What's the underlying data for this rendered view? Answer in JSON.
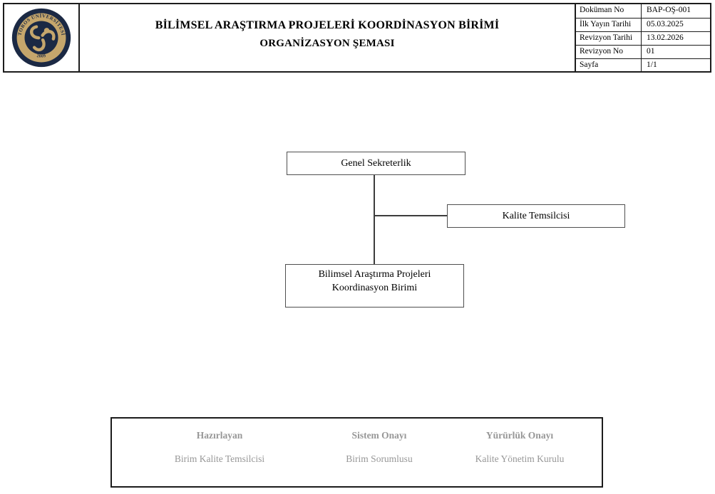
{
  "header": {
    "title_line1": "BİLİMSEL ARAŞTIRMA PROJELERİ KOORDİNASYON BİRİMİ",
    "title_line2": "ORGANİZASYON ŞEMASI",
    "logo": {
      "organization": "TOROS ÜNİVERSİTESİ",
      "year": "2009"
    },
    "meta": [
      {
        "label": "Doküman No",
        "value": "BAP-OŞ-001"
      },
      {
        "label": "İlk Yayın Tarihi",
        "value": "05.03.2025"
      },
      {
        "label": "Revizyon Tarihi",
        "value": "13.02.2026"
      },
      {
        "label": "Revizyon No",
        "value": "01"
      },
      {
        "label": "Sayfa",
        "value": "1/1"
      }
    ]
  },
  "org_chart": {
    "nodes": [
      {
        "id": "genel-sekreterlik",
        "label": "Genel Sekreterlik"
      },
      {
        "id": "kalite-temsilcisi",
        "label": "Kalite Temsilcisi"
      },
      {
        "id": "bap-birimi",
        "label_line1": "Bilimsel Araştırma Projeleri",
        "label_line2": "Koordinasyon Birimi"
      }
    ],
    "edges": [
      {
        "from": "genel-sekreterlik",
        "to": "bap-birimi"
      },
      {
        "from": "genel-sekreterlik",
        "to": "kalite-temsilcisi"
      }
    ]
  },
  "footer": {
    "columns": [
      {
        "title": "Hazırlayan",
        "value": "Birim Kalite Temsilcisi"
      },
      {
        "title": "Sistem Onayı",
        "value": "Birim Sorumlusu"
      },
      {
        "title": "Yürürlük Onayı",
        "value": "Kalite Yönetim Kurulu"
      }
    ]
  },
  "colors": {
    "logo_navy": "#1b2944",
    "logo_tan": "#c5a66c",
    "border_dark": "#1c1c1c",
    "node_border": "#4f4f4f",
    "footer_text": "#979797"
  }
}
